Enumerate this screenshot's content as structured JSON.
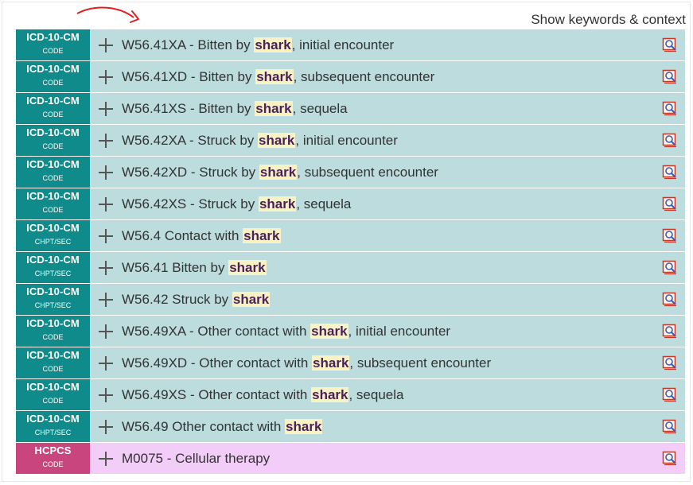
{
  "header": {
    "show_keywords": "Show keywords & context"
  },
  "colors": {
    "icd_badge": "#0e8b8a",
    "icd_row": "#bcdcde",
    "hcpcs_badge": "#c8467d",
    "hcpcs_row": "#f1cdf7",
    "keyword_highlight": "#f9f2c4",
    "annotation_arrow": "#e02020"
  },
  "rows": [
    {
      "type": "ICD-10-CM",
      "sub": "CODE",
      "pre": "W56.41XA - Bitten by ",
      "kw": "shark",
      "post": ", initial encounter"
    },
    {
      "type": "ICD-10-CM",
      "sub": "CODE",
      "pre": "W56.41XD - Bitten by ",
      "kw": "shark",
      "post": ", subsequent encounter"
    },
    {
      "type": "ICD-10-CM",
      "sub": "CODE",
      "pre": "W56.41XS - Bitten by ",
      "kw": "shark",
      "post": ", sequela"
    },
    {
      "type": "ICD-10-CM",
      "sub": "CODE",
      "pre": "W56.42XA - Struck by ",
      "kw": "shark",
      "post": ", initial encounter"
    },
    {
      "type": "ICD-10-CM",
      "sub": "CODE",
      "pre": "W56.42XD - Struck by ",
      "kw": "shark",
      "post": ", subsequent encounter"
    },
    {
      "type": "ICD-10-CM",
      "sub": "CODE",
      "pre": "W56.42XS - Struck by ",
      "kw": "shark",
      "post": ", sequela"
    },
    {
      "type": "ICD-10-CM",
      "sub": "CHPT/SEC",
      "pre": "W56.4 Contact with ",
      "kw": "shark",
      "post": ""
    },
    {
      "type": "ICD-10-CM",
      "sub": "CHPT/SEC",
      "pre": "W56.41 Bitten by ",
      "kw": "shark",
      "post": ""
    },
    {
      "type": "ICD-10-CM",
      "sub": "CHPT/SEC",
      "pre": "W56.42 Struck by ",
      "kw": "shark",
      "post": ""
    },
    {
      "type": "ICD-10-CM",
      "sub": "CODE",
      "pre": "W56.49XA - Other contact with ",
      "kw": "shark",
      "post": ", initial encounter"
    },
    {
      "type": "ICD-10-CM",
      "sub": "CODE",
      "pre": "W56.49XD - Other contact with ",
      "kw": "shark",
      "post": ", subsequent encounter"
    },
    {
      "type": "ICD-10-CM",
      "sub": "CODE",
      "pre": "W56.49XS - Other contact with ",
      "kw": "shark",
      "post": ", sequela"
    },
    {
      "type": "ICD-10-CM",
      "sub": "CHPT/SEC",
      "pre": "W56.49 Other contact with ",
      "kw": "shark",
      "post": ""
    },
    {
      "type": "HCPCS",
      "sub": "CODE",
      "pre": "M0075 - Cellular therapy",
      "kw": "",
      "post": ""
    }
  ],
  "icons": {
    "expand": "plus-icon",
    "context": "context-magnifier-icon",
    "annotation": "red-arrow-annotation"
  }
}
